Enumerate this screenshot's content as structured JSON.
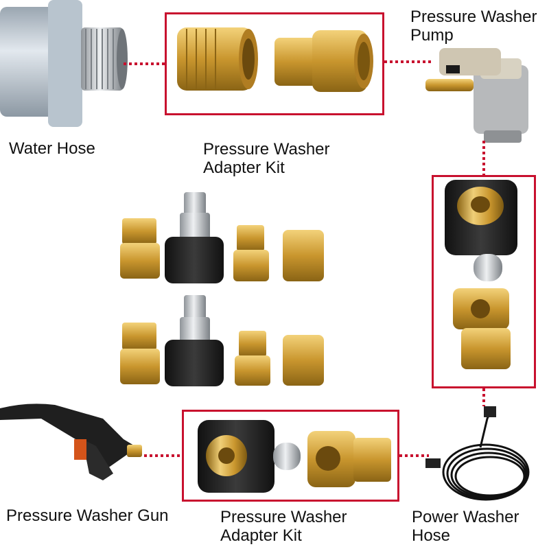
{
  "labels": {
    "water_hose": "Water Hose",
    "pump_line1": "Pressure Washer",
    "pump_line2": "Pump",
    "kit_top_line1": "Pressure Washer",
    "kit_top_line2": "Adapter Kit",
    "gun": "Pressure Washer Gun",
    "kit_bottom_line1": "Pressure Washer",
    "kit_bottom_line2": "Adapter Kit",
    "hose_line1": "Power Washer",
    "hose_line2": "Hose"
  },
  "colors": {
    "frame": "#c8102e",
    "connector_dots": "#c8102e",
    "brass": "#d4a640",
    "brass_dark": "#8a6415",
    "rubber": "#2a2a2a",
    "steel": "#bfc3c7",
    "hose_pipe": "#c9d3dc"
  }
}
